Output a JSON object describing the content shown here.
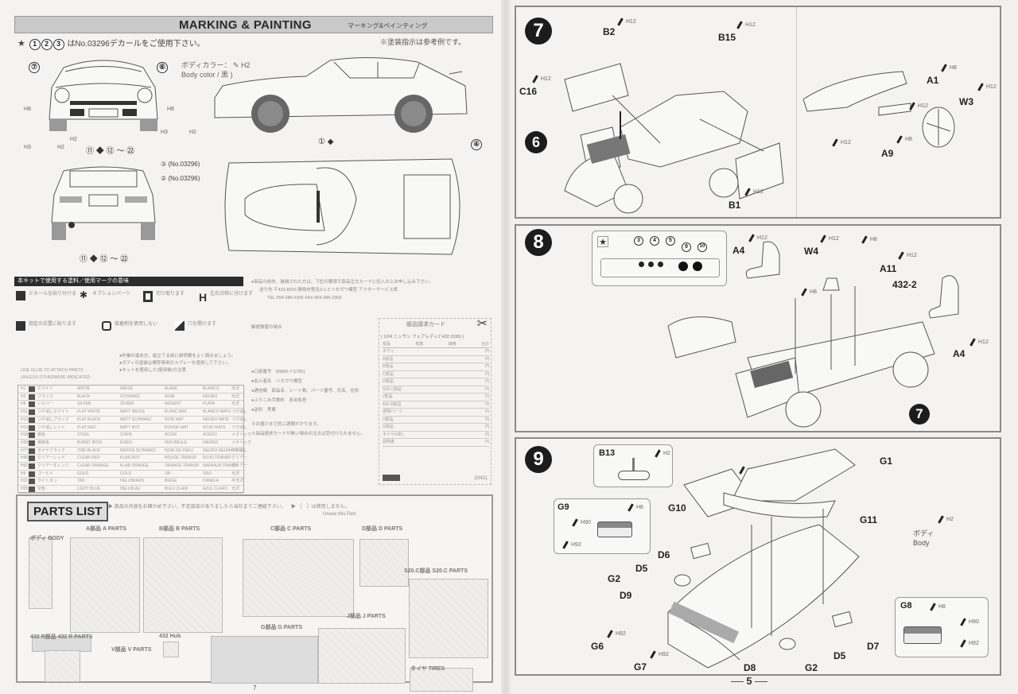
{
  "left_page": {
    "header": {
      "title": "MARKING & PAINTING",
      "subtitle_jp": "マーキング&ペインティング"
    },
    "decal_note": {
      "symbols": [
        "★",
        "①",
        "②",
        "③"
      ],
      "text": "はNo.03296デカールをご使用下さい。"
    },
    "paint_note": "※塗装指示は参考例です。",
    "body_color": {
      "label_jp": "ボディカラー：",
      "label_en": "Body color /",
      "paint": "H2",
      "color_jp": "黒"
    },
    "front_view": {
      "callouts": [
        "⑦",
        "⑥"
      ],
      "paint_labels": [
        "H8",
        "H8",
        "H2",
        "H3",
        "H2",
        "H3",
        "H2"
      ],
      "decal_ref": "⑪ ◆ ⑫ ～ ㉒"
    },
    "rear_view": {
      "callouts": [
        "③ (No.03296)",
        "② (No.03296)"
      ],
      "decal_ref": "⑪ ◆ ⑫ ～ ㉒"
    },
    "side_view": {
      "callouts": [
        "① ◆"
      ]
    },
    "top_view": {
      "callouts": [
        "④"
      ]
    },
    "symbols_legend": {
      "title": "本キットで使用する塗料／使用マークの意味",
      "items": [
        {
          "icon": "decal-icon",
          "text": "デカールを貼り付ける"
        },
        {
          "icon": "star-icon",
          "text": "オプションパーツ"
        },
        {
          "icon": "cut-icon",
          "text": "切り取ります"
        },
        {
          "icon": "symmetric-icon",
          "text": "左右対称に付けます"
        },
        {
          "icon": "decal-position-icon",
          "text": "指定の位置に貼ります"
        },
        {
          "icon": "glue-icon",
          "text": "接着剤を使用しない"
        },
        {
          "icon": "drill-icon",
          "text": "穴を開けます"
        }
      ],
      "notes": [
        "●作業の進め方、組立てる前に説明書をよく読みましょう。",
        "●ボディの塗装は模型専用のスプレーを使用して下さい。",
        "●キットを使用した(使用後)の注意"
      ],
      "glue_note": "USE GLUE TO ATTACH PARTS UNLESS OTHERWISE INDICATED"
    },
    "paint_table": {
      "rows": [
        {
          "code": "H1",
          "jp": "ホワイト",
          "en": "WHITE",
          "de": "WEISS",
          "fr": "BLANC",
          "es": "BLANCO",
          "note": "光沢"
        },
        {
          "code": "H2",
          "jp": "ブラック",
          "en": "BLACK",
          "de": "SCHWARZ",
          "fr": "NOIR",
          "es": "NEGRO",
          "note": "光沢"
        },
        {
          "code": "H8",
          "jp": "シルバー",
          "en": "SILVER",
          "de": "SILBER",
          "fr": "ARGENT",
          "es": "PLATA",
          "note": "光沢"
        },
        {
          "code": "H11",
          "jp": "つや消しホワイト",
          "en": "FLAT WHITE",
          "de": "MATT WEISS",
          "fr": "BLANC MAT",
          "es": "BLANCO MATE",
          "note": "つや消し"
        },
        {
          "code": "H12",
          "jp": "つや消しブラック",
          "en": "FLAT BLACK",
          "de": "MATT SCHWARZ",
          "fr": "NOIR MAT",
          "es": "NEGRO MATE",
          "note": "つや消し"
        },
        {
          "code": "H13",
          "jp": "つや消しレッド",
          "en": "FLAT RED",
          "de": "MATT ROT",
          "fr": "ROUGE MAT",
          "es": "ROJO MATE",
          "note": "つや消し"
        },
        {
          "code": "H18",
          "jp": "鉄色",
          "en": "STEEL",
          "de": "STAHL",
          "fr": "ACIER",
          "es": "ACERO",
          "note": "メタリック"
        },
        {
          "code": "H28",
          "jp": "焼鉄色",
          "en": "BURNT IRON",
          "de": "EISEN",
          "fr": "FER BRULE",
          "es": "HIERRO",
          "note": "メタリック"
        },
        {
          "code": "H77",
          "jp": "タイヤブラック",
          "en": "TIRE BLACK",
          "de": "REIFEN SCHWARZ",
          "fr": "NOIR DE PNEU",
          "es": "NEGRO NEUMATICO",
          "note": "つや消し"
        },
        {
          "code": "H90",
          "jp": "クリアーレッド",
          "en": "CLEAR RED",
          "de": "KLAR ROT",
          "fr": "ROUGE TRANSP.",
          "es": "ROJO TRANSP.",
          "note": "クリアー"
        },
        {
          "code": "H92",
          "jp": "クリアーオレンジ",
          "en": "CLEAR ORANGE",
          "de": "KLAR ORANGE",
          "fr": "ORANGE TRANSP.",
          "es": "NARANJA TRANSP.",
          "note": "クリアー"
        },
        {
          "code": "H9",
          "jp": "ゴールド",
          "en": "GOLD",
          "de": "GOLD",
          "fr": "OR",
          "es": "ORO",
          "note": "光沢"
        },
        {
          "code": "H21",
          "jp": "ライトタン",
          "en": "TAN",
          "de": "HELLBRAUN",
          "fr": "BEIGE",
          "es": "CANELA",
          "note": "半光沢"
        },
        {
          "code": "H25",
          "jp": "空色",
          "en": "LIGHT BLUE",
          "de": "HELLBLAU",
          "fr": "BLEU CLAIR",
          "es": "AZUL CLARO",
          "note": "光沢"
        }
      ]
    },
    "service": {
      "notes": [
        "●部品の紛失、破損された方は、下記の要領で部品注文カードに記入の上お申し込み下さい。",
        "送り先 〒422-8033 静岡市登呂3-1-2 ハセガワ模型 アフターサービス係",
        "TEL 054-286-0306 FAX 054-286-2369"
      ],
      "order_heading": "郵便振替の場合",
      "order_lines": [
        "●口座番号　00800-7-57951",
        "●加入者名　ハセガワ模型",
        "●通信欄　部品名、シート数、パーツ番号、氏名、住所",
        "●ふりこみ手数料　各自負担",
        "●送料　実費"
      ],
      "footnotes": [
        "※お届けまで約二週間かかります。",
        "※部品請求カードが無い場合の注文は受付けられません。"
      ]
    },
    "order_card": {
      "title": "部品請求カード",
      "kit_name": "( 1/24 ニッサン フェアレディZ 432 (S30) )",
      "columns": [
        "部品",
        "枚数",
        "価格",
        "合計"
      ],
      "rows": [
        "ボディ",
        "A部品",
        "B部品",
        "C部品",
        "D部品",
        "S20 C部品",
        "J部品",
        "432 R部品",
        "透明パーツ",
        "V部品",
        "G部品",
        "タイヤ(4本)",
        "説明書"
      ],
      "price_suffix": "円",
      "footer_code": "20421"
    },
    "parts_list": {
      "title": "PARTS LIST",
      "note_1": "▶ 部品の内容をお確かめ下さい。不足部品がありましたら当社までご連絡下さい。",
      "note_2": "▶ ［　］は使用しません。",
      "note_2_en": "Unuse this Part.",
      "groups": [
        {
          "label": "ボディ BODY"
        },
        {
          "label": "A部品 A PARTS"
        },
        {
          "label": "B部品 B PARTS"
        },
        {
          "label": "C部品 C PARTS"
        },
        {
          "label": "D部品 D PARTS"
        },
        {
          "label": "S20.C部品 S20.C PARTS"
        },
        {
          "label": "432 R部品 432 R PARTS"
        },
        {
          "label": "V部品 V PARTS"
        },
        {
          "label": "432 Hub"
        },
        {
          "label": "G部品 G PARTS"
        },
        {
          "label": "J部品 J PARTS"
        },
        {
          "label": "タイヤ TIRES"
        }
      ]
    },
    "page_number": "7"
  },
  "right_page": {
    "steps": [
      {
        "number": "7",
        "labels": [
          "B2",
          "B15",
          "C16",
          "6",
          "B1",
          "A1",
          "W3",
          "A9"
        ],
        "paints": [
          "H12",
          "H12",
          "H12",
          "H12",
          "H12",
          "H8",
          "H12",
          "H8"
        ]
      },
      {
        "number": "8",
        "inset": {
          "star": "★",
          "decals": [
            "3",
            "4",
            "5",
            "9",
            "10"
          ]
        },
        "labels": [
          "A4",
          "W4",
          "A11",
          "432-2",
          "A4",
          "7"
        ],
        "paints": [
          "H12",
          "H12",
          "H8",
          "H12",
          "H8",
          "H12"
        ]
      },
      {
        "number": "9",
        "labels": [
          "B13",
          "G9",
          "G10",
          "G1",
          "G11",
          "D6",
          "D5",
          "G2",
          "D9",
          "G6",
          "G7",
          "D8",
          "G2",
          "D5",
          "D7",
          "G8"
        ],
        "body_label": {
          "jp": "ボディ",
          "en": "Body",
          "paint": "H2"
        },
        "paints": [
          "H2",
          "H2",
          "H8",
          "H90",
          "H92",
          "H92",
          "H92",
          "H8",
          "H90",
          "H92"
        ]
      }
    ],
    "page_number": "5"
  }
}
